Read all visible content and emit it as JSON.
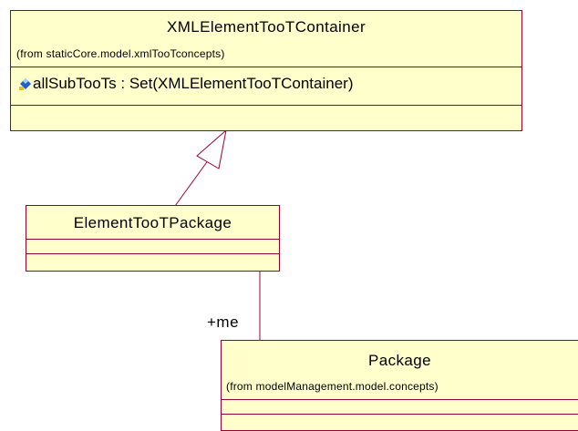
{
  "diagram": {
    "classes": {
      "container": {
        "name": "XMLElementTooTContainer",
        "from": "(from staticCore.model.xmlTooTconcepts)",
        "attribute": "allSubTooTs : Set(XMLElementTooTContainer)"
      },
      "element_package": {
        "name": "ElementTooTPackage"
      },
      "package": {
        "name": "Package",
        "from": "(from modelManagement.model.concepts)"
      }
    },
    "relations": {
      "association_role": "+me"
    },
    "colors": {
      "class_fill": "#ffffcc",
      "class_border": "#990033",
      "line": "#990033",
      "attribute_icon": "#1f5fcf"
    }
  }
}
